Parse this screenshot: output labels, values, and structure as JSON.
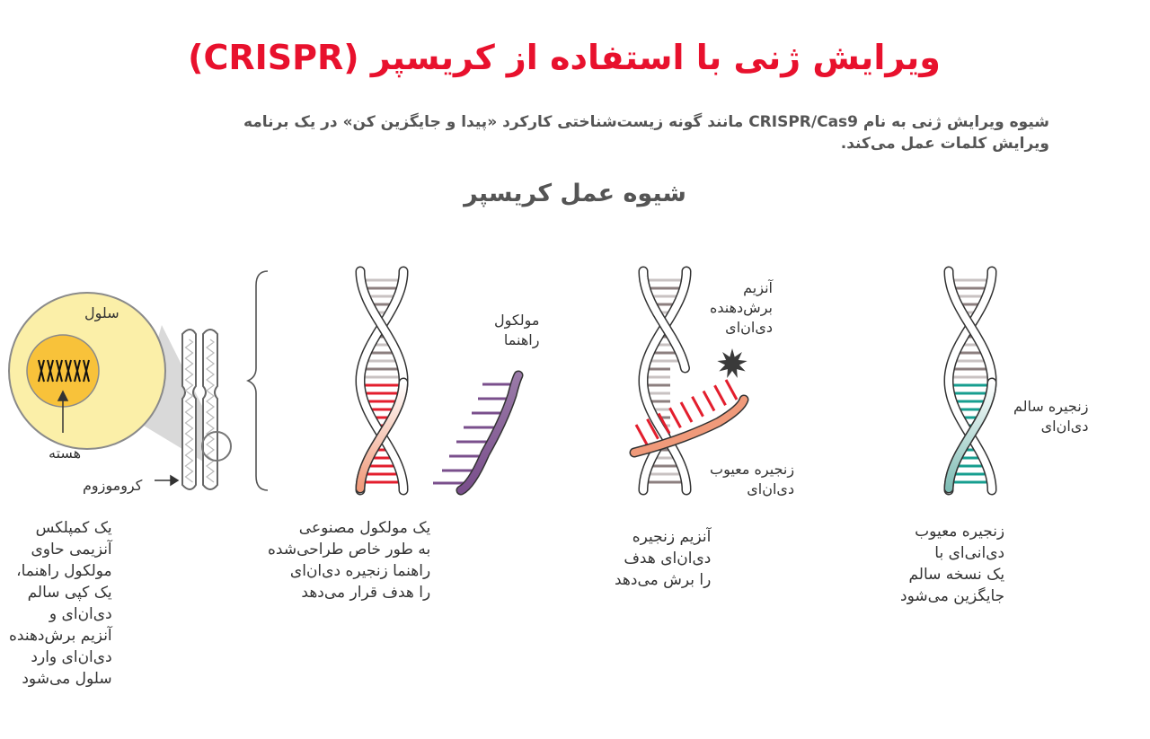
{
  "title": "ویرایش ژنی با استفاده از کریسپر (CRISPR)",
  "intro": {
    "line1": "شیوه ویرایش ژنی به نام CRISPR/Cas9 مانند گونه زیست‌شناختی کارکرد «پیدا و جایگزین کن» در یک برنامه",
    "line2": "ویرایش کلمات عمل می‌کند."
  },
  "subtitle": "شیوه عمل کریسپر",
  "labels": {
    "cell": "سلول",
    "nucleus": "هسته",
    "chromosome": "کروموزوم",
    "guide_molecule": [
      "مولکول",
      "راهنما"
    ],
    "cutting_enzyme": [
      "آنزیم",
      "برش‌دهنده",
      "دی‌ان‌ای"
    ],
    "defective_strand": [
      "زنجیره معیوب",
      "دی‌ان‌ای"
    ],
    "healthy_strand": [
      "زنجیره سالم",
      "دی‌ان‌ای"
    ]
  },
  "captions": {
    "step1": [
      "یک کمپلکس",
      "آنزیمی حاوی",
      "مولکول راهنما،",
      "یک کپی سالم",
      "دی‌ان‌ای و",
      "آنزیم برش‌دهنده",
      "دی‌ان‌ای وارد",
      "سلول می‌شود"
    ],
    "step2": [
      "یک مولکول مصنوعی",
      "به طور خاص طراحی‌شده",
      "راهنما زنجیره دی‌ان‌ای",
      "را هدف قرار می‌دهد"
    ],
    "step3": [
      "آنزیم زنجیره",
      "دی‌ان‌ای هدف",
      "را برش می‌دهد"
    ],
    "step4": [
      "زنجیره معیوب",
      "دی‌انی‌ای با",
      "یک نسخه سالم",
      "جایگزین می‌شود"
    ]
  },
  "colors": {
    "title": "#e8112d",
    "text_gray": "#555555",
    "cell_fill": "#fbefa8",
    "nucleus_fill": "#f8c23a",
    "strand_red": "#e31e2d",
    "strand_orange": "#f09a7a",
    "guide_purple": "#7a4f8c",
    "healthy_teal": "#169e8f",
    "rung_dark": "#8c7f7f",
    "rung_light": "#c8c2c2"
  },
  "icons": [
    "cell-icon",
    "nucleus-icon",
    "chromosome-icon",
    "dna-helix-icon",
    "guide-rna-icon",
    "cas9-star-icon",
    "arrow-icon"
  ]
}
